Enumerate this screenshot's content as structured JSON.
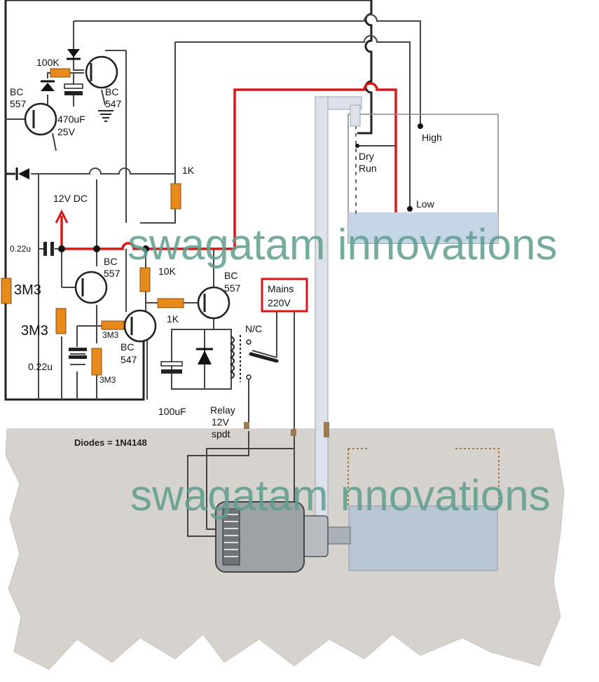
{
  "labels": {
    "r_100k": "100K",
    "q1_bc": "BC",
    "q1_num": "557",
    "q2_bc": "BC",
    "q2_num": "547",
    "c_470": "470uF",
    "c_470_v": "25V",
    "r_1k_top": "1K",
    "supply": "12V DC",
    "c_022_top": "0.22u",
    "r_3m3_left": "3M3",
    "r_3m3_mid": "3M3",
    "c_022_bottom": "0.22u",
    "q3_bc": "BC",
    "q3_num": "557",
    "r_10k": "10K",
    "q4_bc": "BC",
    "q4_num": "557",
    "r_1k_mid": "1K",
    "r_3m3_small": "3M3",
    "q5_bc": "BC",
    "q5_num": "547",
    "r_3m3_bottom": "3M3",
    "c_100": "100uF",
    "relay_1": "Relay",
    "relay_2": "12V",
    "relay_3": "spdt",
    "nc": "N/C",
    "mains_1": "Mains",
    "mains_2": "220V",
    "high": "High",
    "dry_1": "Dry",
    "dry_2": "Run",
    "low": "Low",
    "diodes_note": "Diodes = 1N4148",
    "watermark_1": "swagatam innovations",
    "watermark_2": "swagatam nnovations"
  },
  "colors": {
    "wire": "#222222",
    "sense_wire": "#d81818",
    "resistor": "#e8891c",
    "ground_area": "#d6d3ce",
    "water": "#c4d6e6",
    "pipe": "#dde2ea",
    "watermark": "#5e9e8e",
    "mains_box": "#d81818"
  }
}
